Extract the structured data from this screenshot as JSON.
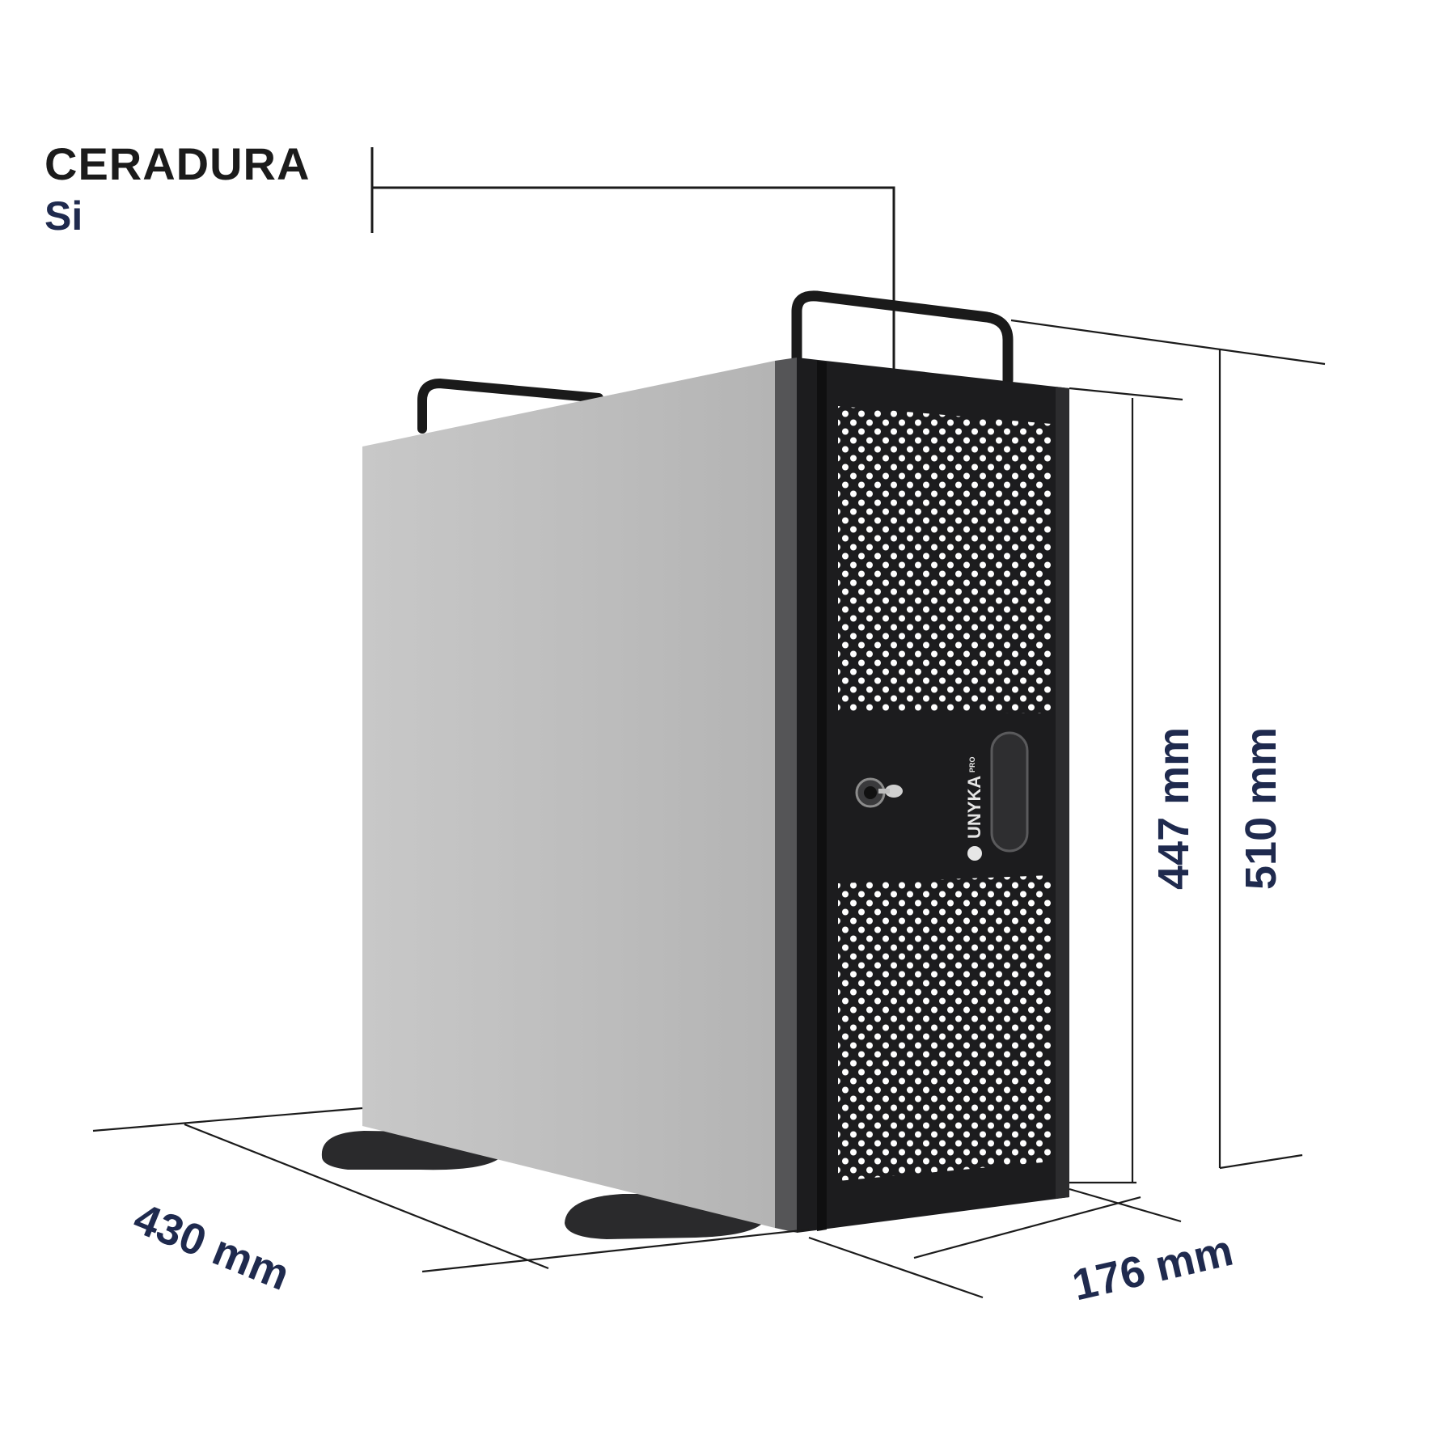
{
  "lock": {
    "title": "CERADURA",
    "value": "Si"
  },
  "dimensions": {
    "depth": "430 mm",
    "width": "176 mm",
    "height_body": "447 mm",
    "height_total": "510 mm"
  },
  "brand": {
    "logo_text": "UNYKA",
    "logo_suffix": "PRO"
  },
  "colors": {
    "accent": "#1f2a4e",
    "side_panel": "#bdbdbd",
    "front_panel": "#1c1c1e",
    "lines": "#1b1b1b"
  }
}
